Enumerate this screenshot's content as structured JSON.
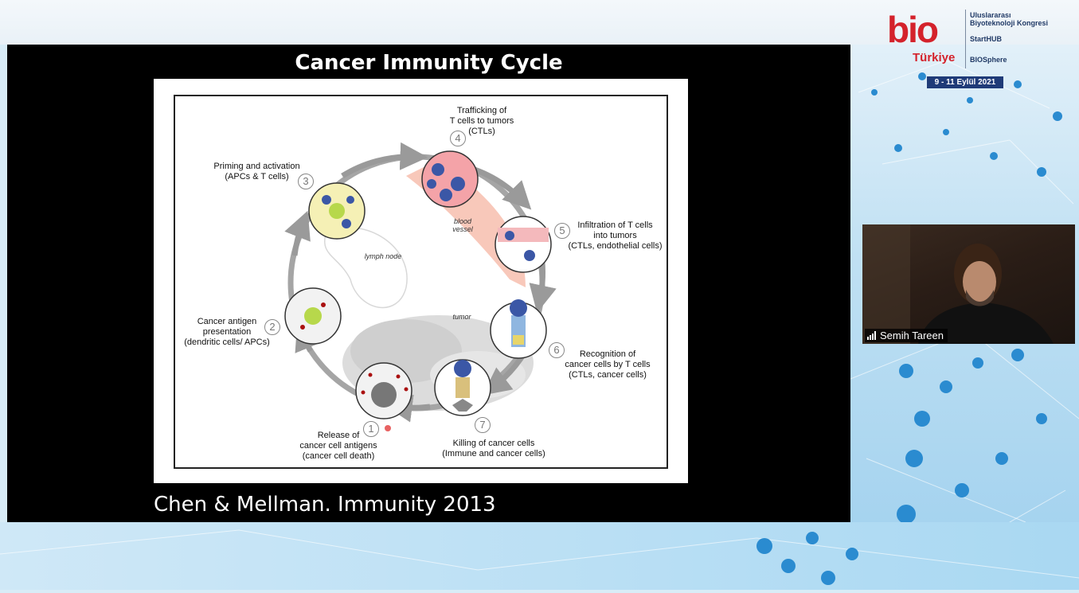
{
  "slide": {
    "title": "Cancer Immunity Cycle",
    "citation": "Chen & Mellman. Immunity 2013"
  },
  "figure": {
    "steps": [
      {
        "number": "1",
        "label": "Release of\ncancer cell antigens\n(cancer cell death)"
      },
      {
        "number": "2",
        "label": "Cancer antigen\npresentation\n(dendritic cells/ APCs)"
      },
      {
        "number": "3",
        "label": "Priming and activation\n(APCs & T cells)"
      },
      {
        "number": "4",
        "label": "Trafficking of\nT cells to tumors\n(CTLs)"
      },
      {
        "number": "5",
        "label": "Infiltration of T cells\ninto tumors\n(CTLs, endothelial cells)"
      },
      {
        "number": "6",
        "label": "Recognition of\ncancer cells by T cells\n(CTLs, cancer cells)"
      },
      {
        "number": "7",
        "label": "Killing of cancer cells\n(Immune and cancer cells)"
      }
    ],
    "annotations": {
      "lymph_node": "lymph node",
      "blood_vessel": "blood\nvessel",
      "tumor": "tumor"
    }
  },
  "logo": {
    "brand": "bio",
    "country": "Türkiye",
    "line1": "Uluslararası",
    "line2": "Biyoteknoloji Kongresi",
    "line3": "StartHUB",
    "line4": "BIOSphere",
    "dates": "9 - 11 Eylül 2021"
  },
  "video": {
    "participant_name": "Semih Tareen",
    "icon": "signal-bars-icon"
  },
  "colors": {
    "brand_red": "#d4222b",
    "brand_navy": "#1f3b78",
    "slide_bg": "#000000"
  }
}
